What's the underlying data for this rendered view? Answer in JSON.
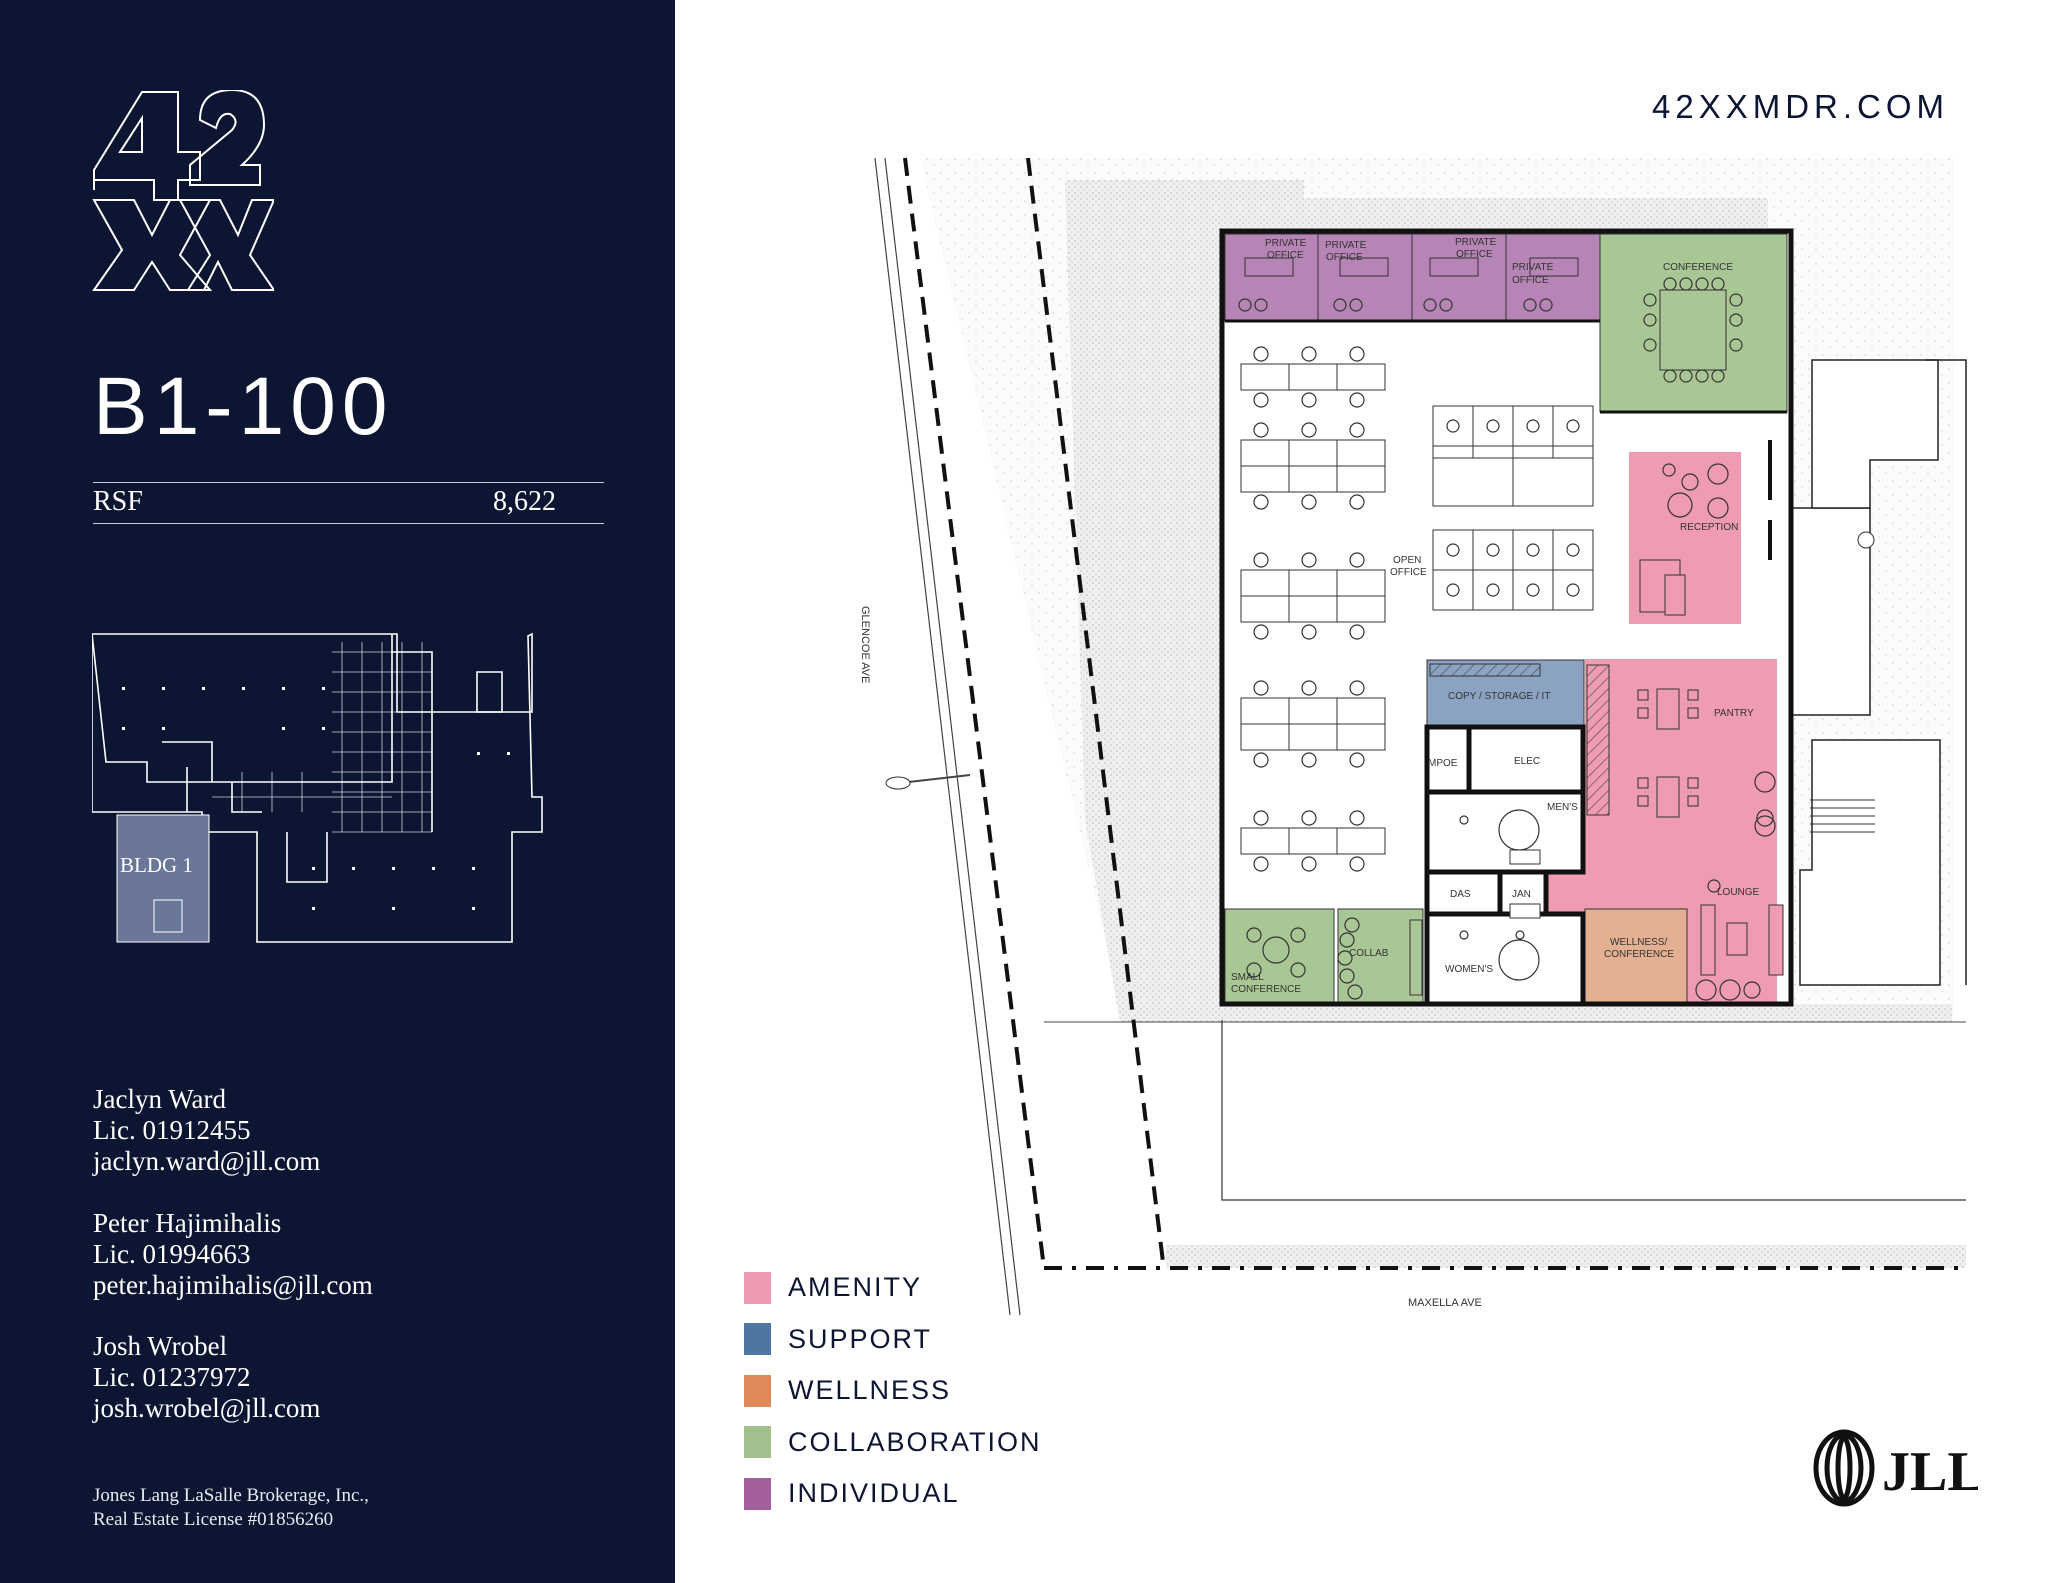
{
  "sidebar": {
    "logo_text": "42XX",
    "suite": "B1-100",
    "rsf_label": "RSF",
    "rsf_value": "8,622",
    "keyplan_label": "BLDG 1",
    "contacts": [
      {
        "name": "Jaclyn Ward",
        "license": "Lic. 01912455",
        "email": "jaclyn.ward@jll.com"
      },
      {
        "name": "Peter Hajimihalis",
        "license": "Lic. 01994663",
        "email": "peter.hajimihalis@jll.com"
      },
      {
        "name": "Josh Wrobel",
        "license": "Lic. 01237972",
        "email": "josh.wrobel@jll.com"
      }
    ],
    "footer_line1": "Jones Lang LaSalle Brokerage, Inc.,",
    "footer_line2": "Real Estate License #01856260"
  },
  "header": {
    "url": "42XXMDR.COM"
  },
  "colors": {
    "navy": "#0c1633",
    "amenity": "#ee9ab2",
    "support": "#4d76a0",
    "wellness": "#e08a5c",
    "collaboration": "#a3bf8e",
    "individual": "#a35f9c"
  },
  "legend": [
    {
      "label": "AMENITY",
      "color": "#ee9ab2"
    },
    {
      "label": "SUPPORT",
      "color": "#4d76a0"
    },
    {
      "label": "WELLNESS",
      "color": "#e08a5c"
    },
    {
      "label": "COLLABORATION",
      "color": "#a3bf8e"
    },
    {
      "label": "INDIVIDUAL",
      "color": "#a35f9c"
    }
  ],
  "plan": {
    "streets": {
      "west": "GLENCOE AVE",
      "south": "MAXELLA AVE"
    },
    "rooms": {
      "private_office": "PRIVATE",
      "private_office_2": "OFFICE",
      "conference": "CONFERENCE",
      "open_office_1": "OPEN",
      "open_office_2": "OFFICE",
      "reception": "RECEPTION",
      "copy": "COPY / STORAGE / IT",
      "pantry": "PANTRY",
      "mpoe": "MPOE",
      "elec": "ELEC",
      "mens": "MEN'S",
      "das": "DAS",
      "jan": "JAN",
      "womens": "WOMEN'S",
      "lounge": "LOUNGE",
      "wellness_1": "WELLNESS/",
      "wellness_2": "CONFERENCE",
      "small_conf_1": "SMALL",
      "small_conf_2": "CONFERENCE",
      "collab": "COLLAB"
    },
    "room_colors": {
      "individual": "#b785b5",
      "collaboration": "#a9c794",
      "amenity": "#ef9bb2",
      "support": "#8ba2c2",
      "wellness": "#e4b092"
    }
  },
  "brand": {
    "logo_text": "JLL"
  }
}
